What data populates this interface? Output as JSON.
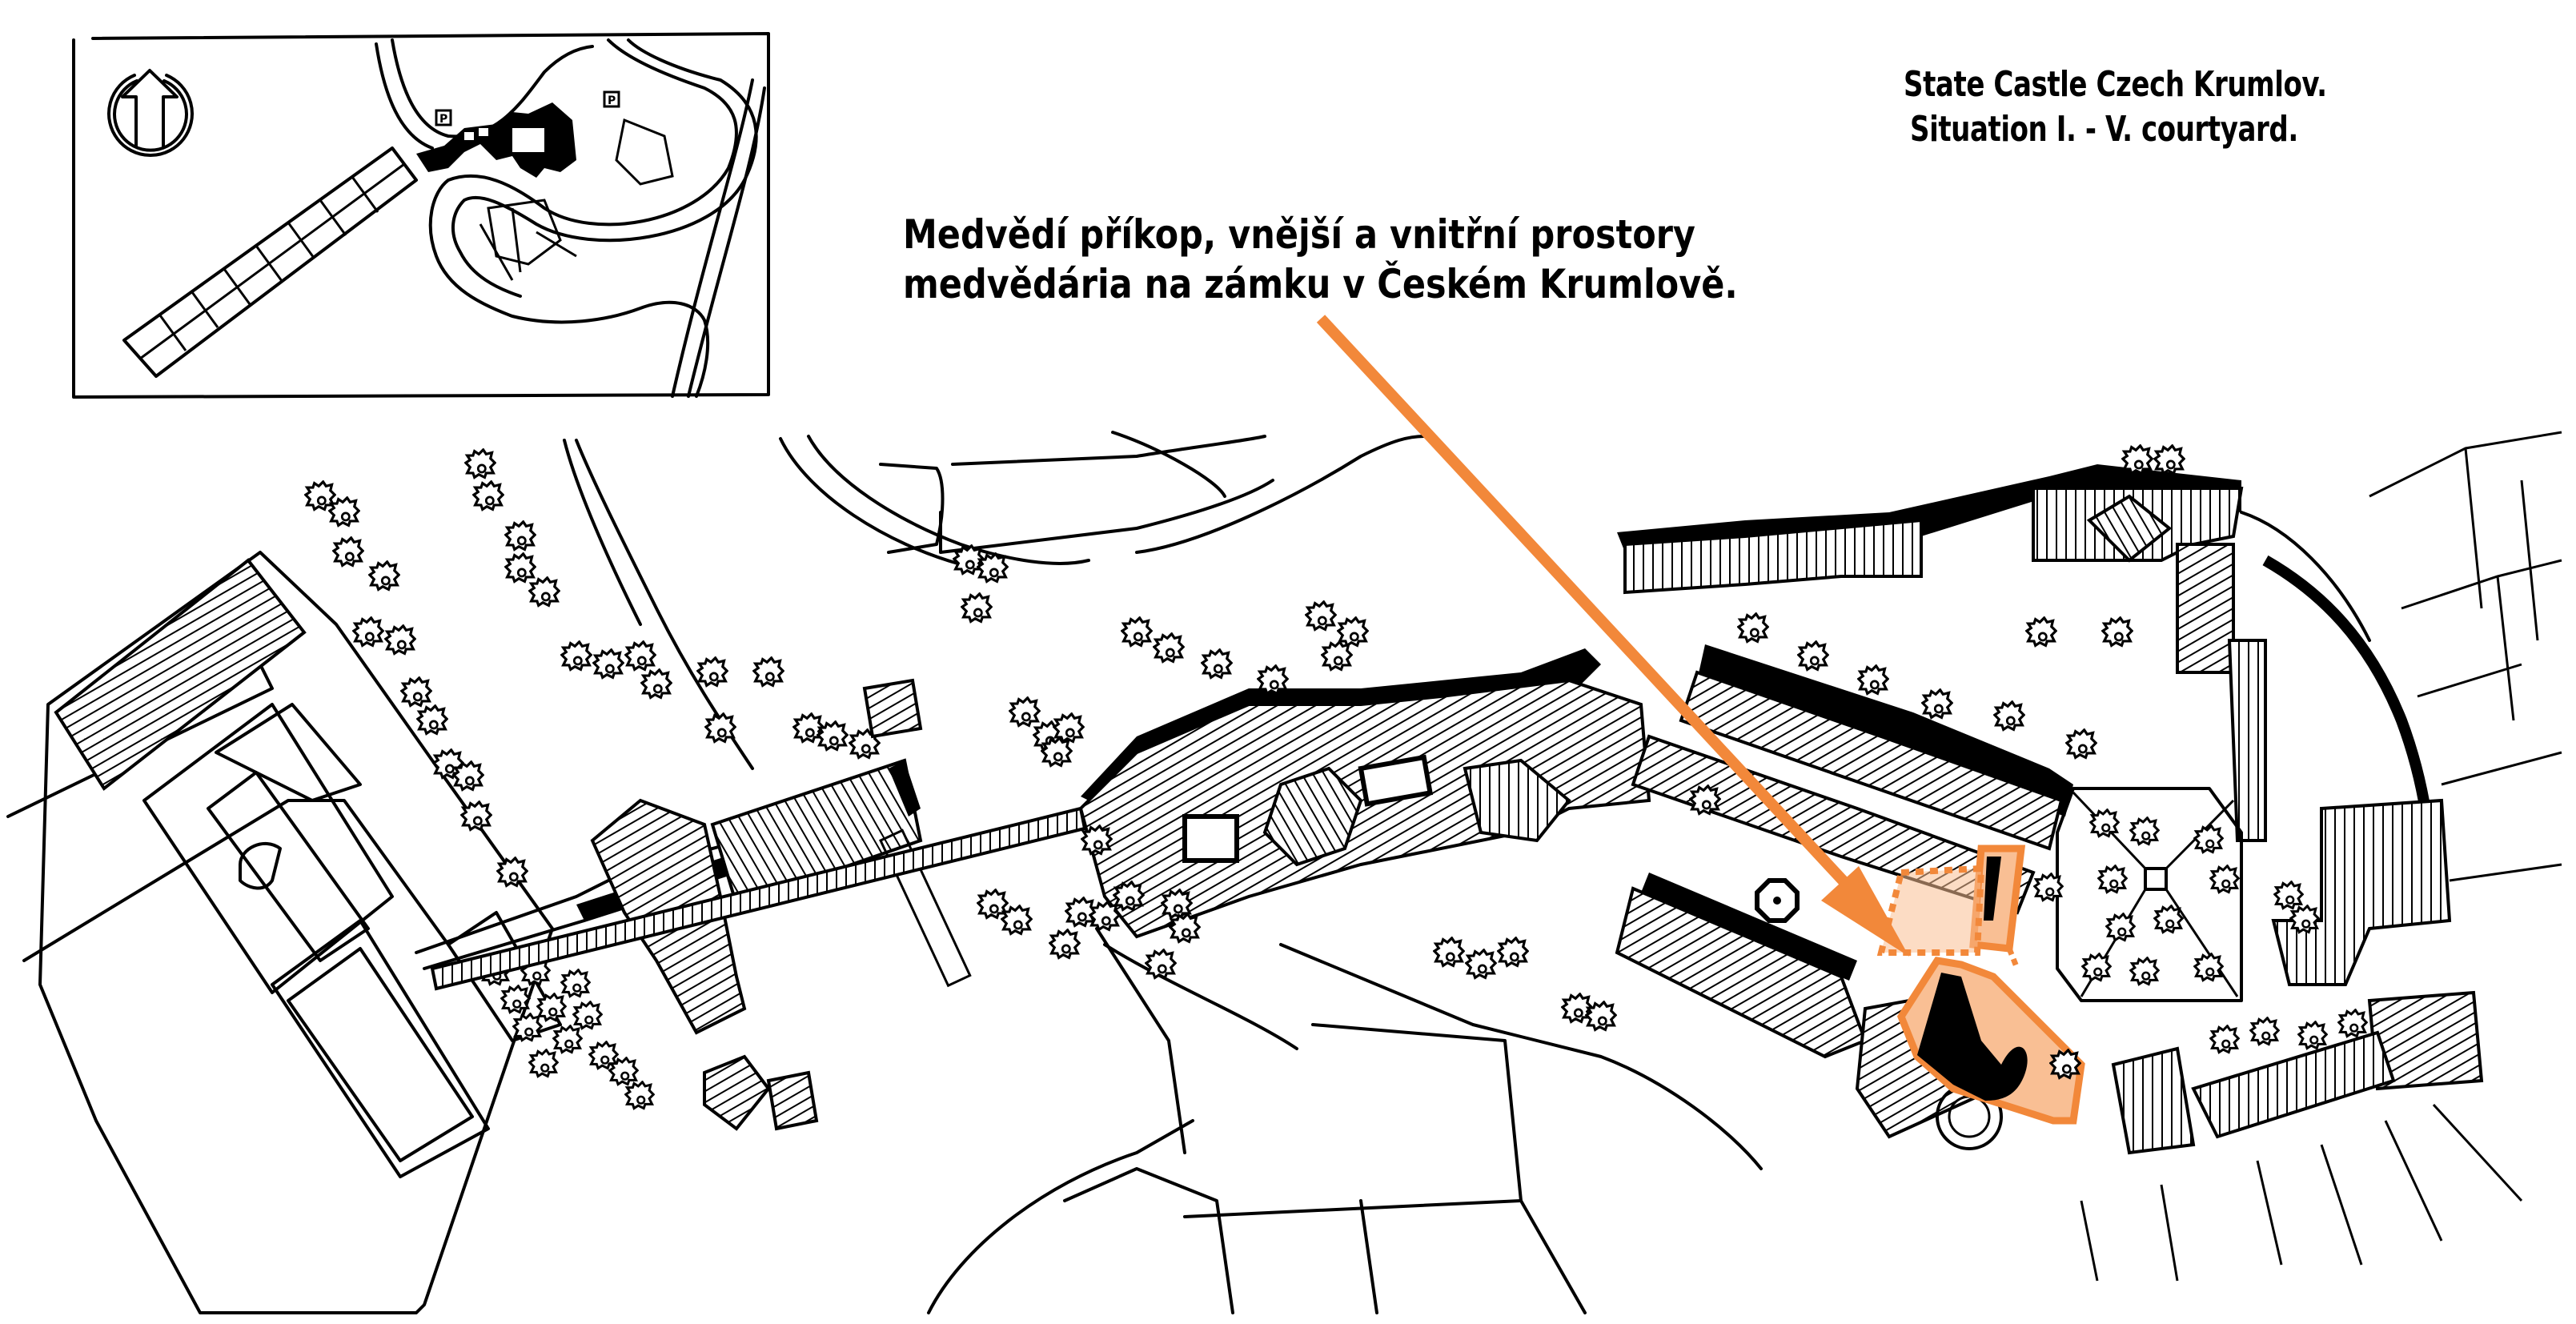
{
  "title": {
    "line1": "State Castle Czech Krumlov.",
    "line2": "Situation I. - V. courtyard."
  },
  "caption": {
    "line1": "Medvědí příkop, vnější a vnitřní prostory",
    "line2": "medvědária na zámku v Českém Krumlově."
  },
  "inset_map": {
    "north_arrow": "north-arrow-icon",
    "parking_label": "P"
  },
  "highlight": {
    "subject": "bear moat and bear enclosure",
    "stroke_color": "#F2883A",
    "fill_color": "#F9BF94"
  },
  "pointer_arrow": {
    "color": "#F2883A"
  }
}
